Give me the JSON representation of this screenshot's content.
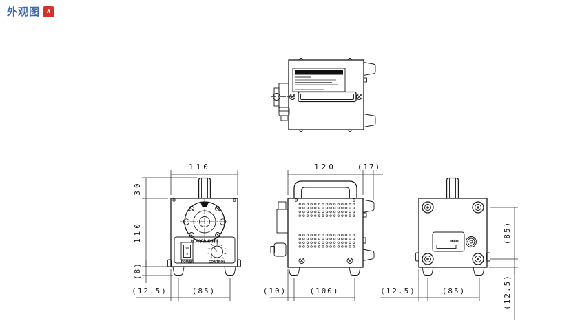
{
  "header": {
    "title": "外观图"
  },
  "device": {
    "brand": "HAYASHI",
    "power_label": "POWER",
    "control_label": "CONTROL"
  },
  "dims": {
    "front_width": "110",
    "front_handle_height": "30",
    "front_body_height": "110",
    "front_foot_height": "(8)",
    "front_foot_offset": "(12.5)",
    "front_foot_span": "(85)",
    "side_width": "120",
    "side_tab_depth": "(17)",
    "side_foot_offset": "(10)",
    "side_foot_span": "(100)",
    "back_foot_offset": "(12.5)",
    "back_foot_span": "(85)",
    "back_bolt_span": "(85)",
    "back_bolt_offset": "(12.5)"
  },
  "colors": {
    "line": "#1a1a1a",
    "title_link": "#3a67ad",
    "pdf_red": "#d0342c"
  }
}
